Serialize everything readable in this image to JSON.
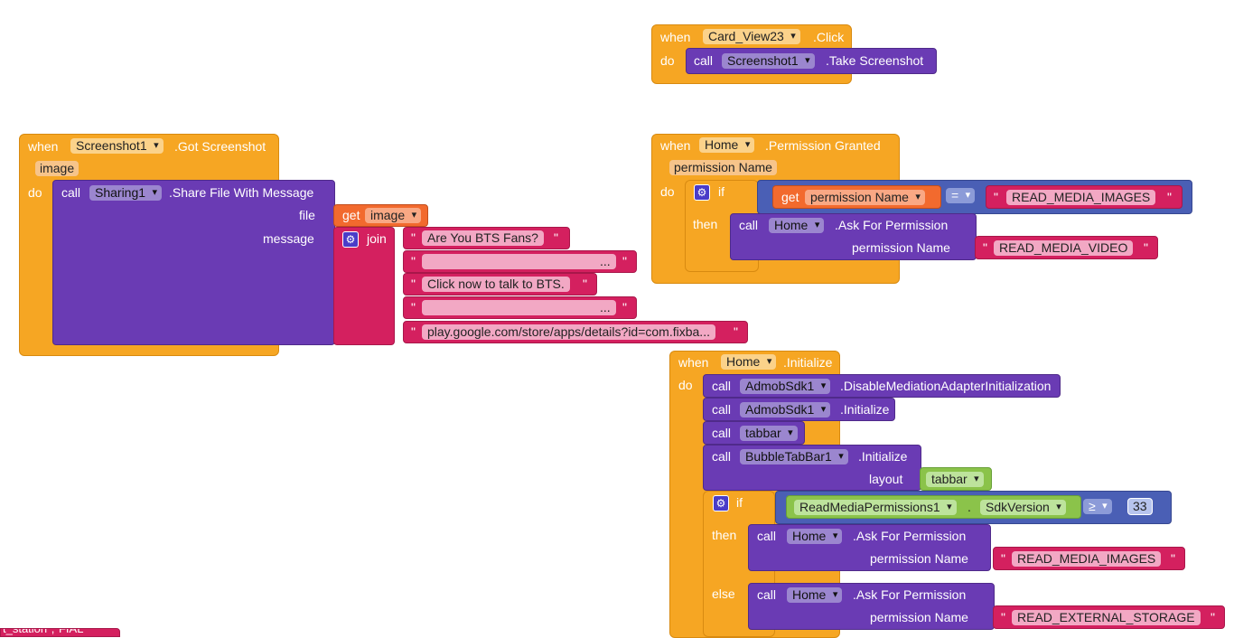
{
  "keywords": {
    "when": "when",
    "do": "do",
    "call": "call",
    "get": "get",
    "join": "join",
    "if": "if",
    "then": "then",
    "else": "else",
    "file": "file",
    "message": "message",
    "permission_name": "permission Name",
    "layout": "layout",
    "quote": "\"",
    "dot": "."
  },
  "block_card_click": {
    "component": "Card_View23",
    "event": ".Click",
    "call_component": "Screenshot1",
    "call_method": ".Take Screenshot"
  },
  "block_got_screenshot": {
    "component": "Screenshot1",
    "event": ".Got Screenshot",
    "param": "image",
    "call_component": "Sharing1",
    "call_method": ".Share File With Message",
    "get_var": "image",
    "strings": [
      "Are You BTS Fans?",
      "...",
      "Click now to talk to BTS.",
      "...",
      "play.google.com/store/apps/details?id=com.fixba..."
    ]
  },
  "block_permission_granted": {
    "component": "Home",
    "event": ".Permission Granted",
    "param": "permission Name",
    "get_var": "permission Name",
    "operator": "=",
    "compare_string": "READ_MEDIA_IMAGES",
    "call_component": "Home",
    "call_method": ".Ask For Permission",
    "arg_string": "READ_MEDIA_VIDEO"
  },
  "block_initialize": {
    "component": "Home",
    "event": ".Initialize",
    "calls": [
      {
        "component": "AdmobSdk1",
        "method": ".DisableMediationAdapterInitialization"
      },
      {
        "component": "AdmobSdk1",
        "method": ".Initialize"
      },
      {
        "component": "tabbar",
        "method": ""
      },
      {
        "component": "BubbleTabBar1",
        "method": ".Initialize"
      }
    ],
    "layout_value": "tabbar",
    "if_component": "ReadMediaPermissions1",
    "if_property": "SdkVersion",
    "operator": "≥",
    "number": "33",
    "then_component": "Home",
    "then_method": ".Ask For Permission",
    "then_string": "READ_MEDIA_IMAGES",
    "else_component": "Home",
    "else_method": ".Ask For Permission",
    "else_string": "READ_EXTERNAL_STORAGE"
  },
  "fragment_bottom_left": "t_station\",\"FIAL\""
}
